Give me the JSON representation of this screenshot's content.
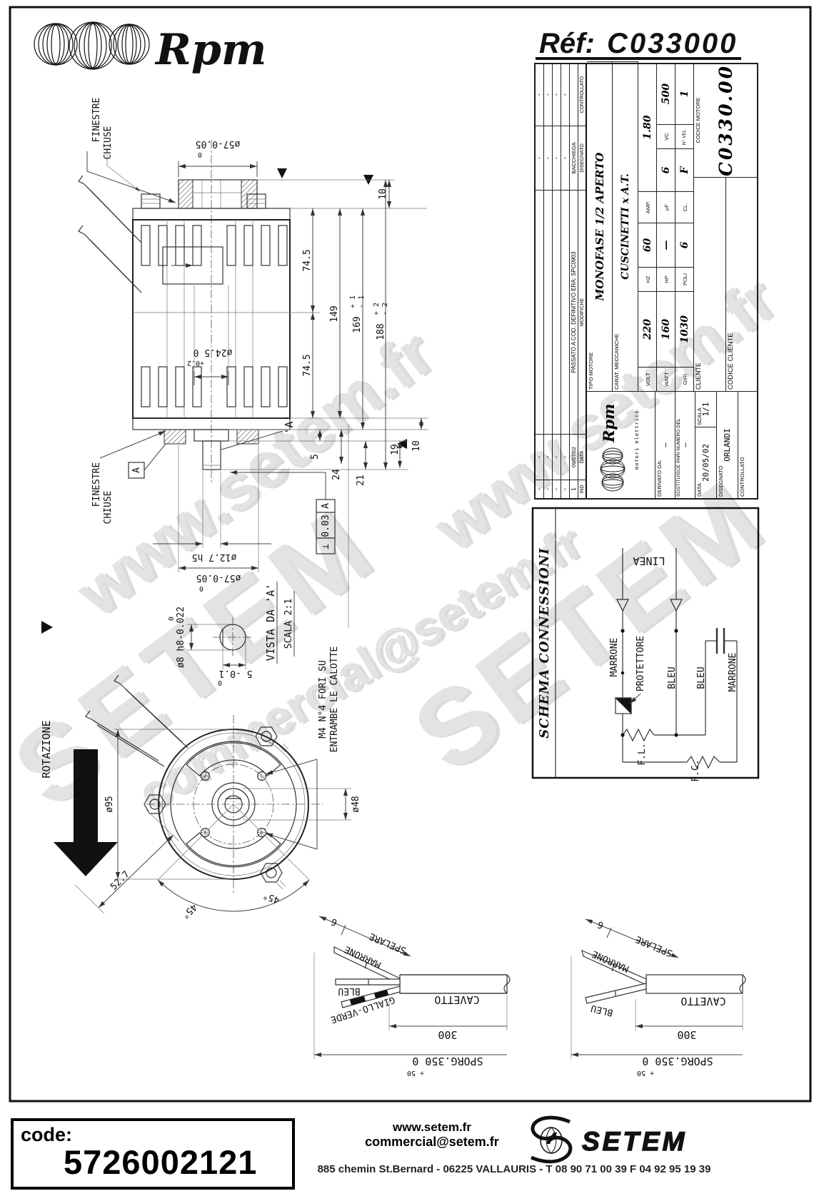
{
  "header": {
    "brand": "Rpm",
    "ref_label": "Réf:",
    "ref_value": "C033000"
  },
  "watermarks": {
    "w1": "www.setem.fr",
    "w2": "SETEM",
    "w3": "commercial@setem.fr",
    "w4": "SETEM",
    "w5": "www.setem.fr"
  },
  "title_block": {
    "rev": {
      "h_ind": "IND",
      "h_data": "DATA",
      "h_mod": "MODIFICHE",
      "h_dis": "DISEGNATO",
      "h_ctrl": "CONTROLLATO",
      "dash": "-",
      "r1_ind": "1",
      "r1_data": "09/07/02",
      "r1_mod": "PASSATO A COD. DEFINITIVO ERA: SPC0903",
      "r1_dis": "BACCHIEGA"
    },
    "logo": {
      "brand": "Rpm",
      "sub": "motori elettrici"
    },
    "derivato_l": "DERIVATO DA:",
    "derivato_v": "—",
    "sost_l": "SOSTITUISCE PARI NUMERO DEL",
    "sost_v": "—",
    "data_l": "DATA",
    "data_v": "20/05/02",
    "scala_l": "SCALA",
    "scala_v": "1/1",
    "dis_l": "DISEGNATO",
    "dis_v": "ORLANDI",
    "ctrl_l": "CONTROLLATO",
    "ctrl_v": "",
    "tipo_l": "TIPO MOTORE",
    "tipo_v": "MONOFASE 1/2 APERTO",
    "carat_l": "CARAT. MECCANICHE",
    "carat_v": "CUSCINETTI x A.T.",
    "volt_l": "VOLT",
    "volt_v": "220",
    "hz_l": "HZ",
    "hz_v": "60",
    "amp_l": "AMP.",
    "amp_v": "1.80",
    "watt_l": "WATT",
    "watt_v": "160",
    "hp_l": "HP",
    "hp_v": "—",
    "uf_l": "µF",
    "uf_v": "6",
    "vc_l": "VC",
    "vc_v": "500",
    "giri_l": "GIRI",
    "giri_v": "1030",
    "poli_l": "POLI",
    "poli_v": "6",
    "cl_l": "CL.",
    "cl_v": "F",
    "nvel_l": "N° VEL.",
    "nvel_v": "1",
    "cliente_l": "CLIENTE",
    "cod_cliente_l": "CODICE CLIENTE",
    "cod_motore_l": "CODICE MOTORE",
    "cod_motore_v": "C0330.00"
  },
  "side_view": {
    "finestre1_l1": "FINESTRE",
    "finestre1_l2": "CHIUSE",
    "finestre2_l1": "FINESTRE",
    "finestre2_l2": "CHIUSE",
    "d57t_tol": "0",
    "d57t": "ø57-0.05",
    "ten_t": "10",
    "s745a": "74.5",
    "s149": "149",
    "s169": "169",
    "s169_tp": "+ 1",
    "s169_tm": "- 1",
    "s188": "188",
    "s188_tp": "+ 2",
    "s188_tm": "- 2",
    "s745b": "74.5",
    "d245_tp": "+0.2",
    "d245": "ø24.5  0",
    "ten_b": "10",
    "five": "5",
    "s24": "24",
    "s21": "21",
    "s19": "19",
    "datum": "'A'",
    "datum_flag": "A",
    "d127": "ø12.7 h5",
    "d57b_tol": "0",
    "d57b": "ø57-0.05",
    "tol_sym": "⊥",
    "tol_val": "0.03",
    "tol_ref": "A"
  },
  "detail_view": {
    "title": "VISTA DA 'A'",
    "scale": "SCALA 2:1",
    "d8_tol": "0",
    "d8": "ø8 h8-0.022",
    "f_tp": "0",
    "f": "5 -0.1"
  },
  "front_view": {
    "rotazione": "ROTAZIONE",
    "d95": "ø95",
    "d48": "ø48",
    "a45r": "45°",
    "a45l": "45°",
    "d527": "52.7",
    "note1": "M4 N°4 FORI SU",
    "note2": "ENTRAMBE LE CALOTTE"
  },
  "schema": {
    "title": "SCHEMA CONNESSIONI",
    "linea": "LINEA",
    "marrone_l": "MARRONE",
    "protettore": "PROTETTORE",
    "bleu1": "BLEU",
    "bleu2": "BLEU",
    "marrone_r": "MARRONE",
    "fl": "F.L.",
    "fc": "F.C."
  },
  "cable_left": {
    "spelare": "SPELARE",
    "six": "6",
    "marrone": "MARRONE",
    "bleu": "BLEU",
    "gv": "GIALLO-VERDE",
    "cavetto": "CAVETTO",
    "len": "300",
    "sporg_tp": "+ 50",
    "sporg": "SPORG.350  0"
  },
  "cable_right": {
    "spelare": "SPELARE",
    "six": "6",
    "marrone": "MARRONE",
    "bleu": "BLEU",
    "cavetto": "CAVETTO",
    "len": "300",
    "sporg_tp": "+ 50",
    "sporg": "SPORG.350  0"
  },
  "footer": {
    "code_l": "code:",
    "code_v": "5726002121",
    "web": "www.setem.fr",
    "email": "commercial@setem.fr",
    "brand": "SETEM",
    "address": "885 chemin St.Bernard  -  06225 VALLAURIS  -  T 08 90 71 00 39   F 04 92 95 19 39"
  }
}
